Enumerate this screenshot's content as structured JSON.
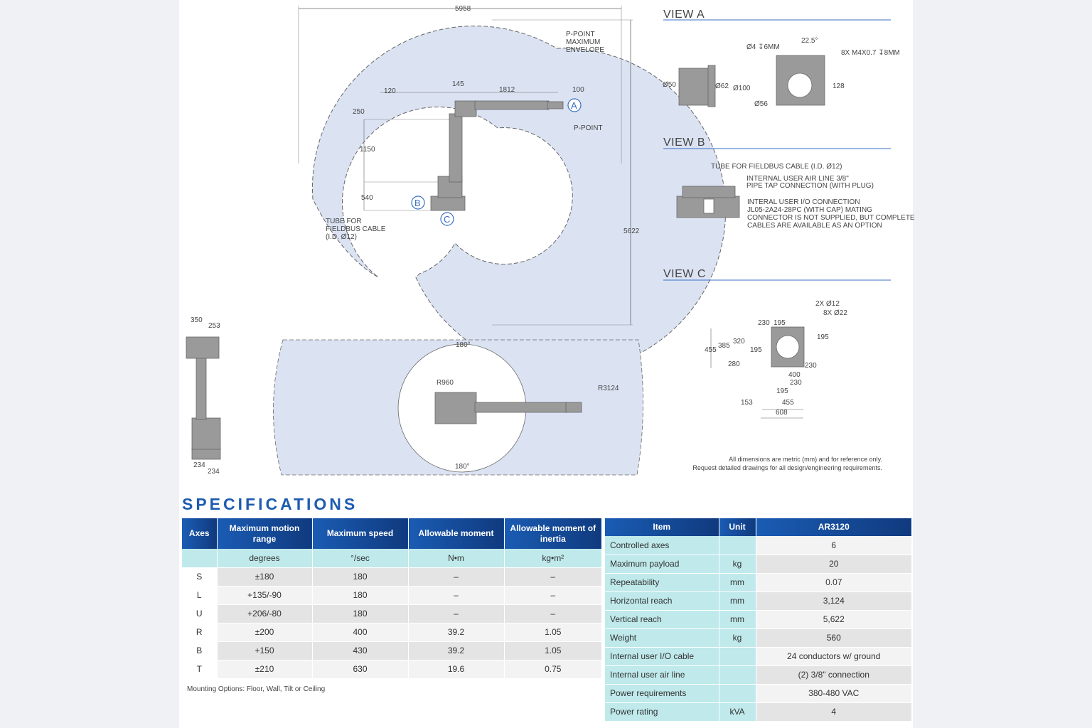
{
  "drawing": {
    "main_dims": [
      "5958",
      "5622",
      "120",
      "145",
      "1812",
      "100",
      "250",
      "1150",
      "540"
    ],
    "envelope_label": [
      "P-POINT",
      "MAXIMUM",
      "ENVELOPE"
    ],
    "ppoint_label": "P-POINT",
    "tube_label": [
      "TUBE FOR",
      "FIELDBUS CABLE",
      "(I.D. Ø12)"
    ],
    "callouts": [
      "A",
      "B",
      "C"
    ],
    "side_dims": [
      "350",
      "253",
      "234",
      "234"
    ],
    "top_dims": [
      "180°",
      "180°",
      "R960",
      "R3124"
    ]
  },
  "view_a": {
    "title": "VIEW A",
    "dims": [
      "Ø4 ↧6MM",
      "22.5°",
      "8X M4X0.7 ↧8MM",
      "Ø50",
      "Ø62",
      "Ø100",
      "128",
      "Ø56"
    ]
  },
  "view_b": {
    "title": "VIEW B",
    "notes": [
      "TUBE FOR FIELDBUS CABLE (I.D. Ø12)",
      "INTERNAL USER AIR LINE 3/8\"",
      "PIPE TAP CONNECTION (WITH PLUG)",
      "INTERAL USER I/O CONNECTION",
      "JL05-2A24-28PC (WITH CAP) MATING",
      "CONNECTOR IS NOT SUPPLIED, BUT COMPLETE",
      "CABLES ARE AVAILABLE AS AN OPTION"
    ]
  },
  "view_c": {
    "title": "VIEW C",
    "dims": [
      "2X Ø12",
      "8X Ø22",
      "230",
      "195",
      "195",
      "455",
      "385",
      "320",
      "195",
      "280",
      "230",
      "400",
      "230",
      "195",
      "455",
      "153",
      "608"
    ]
  },
  "dimension_note": [
    "All dimensions are metric (mm) and for reference only.",
    "Request detailed drawings for all design/engineering requirements."
  ],
  "specs_title": "SPECIFICATIONS",
  "axes_table": {
    "headers": [
      "Axes",
      "Maximum motion range",
      "Maximum speed",
      "Allowable moment",
      "Allowable moment of inertia"
    ],
    "units": [
      "",
      "degrees",
      "°/sec",
      "N•m",
      "kg•m²"
    ],
    "rows": [
      [
        "S",
        "±180",
        "180",
        "–",
        "–"
      ],
      [
        "L",
        "+135/-90",
        "180",
        "–",
        "–"
      ],
      [
        "U",
        "+206/-80",
        "180",
        "–",
        "–"
      ],
      [
        "R",
        "±200",
        "400",
        "39.2",
        "1.05"
      ],
      [
        "B",
        "+150",
        "430",
        "39.2",
        "1.05"
      ],
      [
        "T",
        "±210",
        "630",
        "19.6",
        "0.75"
      ]
    ]
  },
  "mounting_note": "Mounting Options: Floor, Wall, Tilt or Ceiling",
  "item_table": {
    "headers": [
      "Item",
      "Unit",
      "AR3120"
    ],
    "rows": [
      [
        "Controlled axes",
        "",
        "6"
      ],
      [
        "Maximum payload",
        "kg",
        "20"
      ],
      [
        "Repeatability",
        "mm",
        "0.07"
      ],
      [
        "Horizontal reach",
        "mm",
        "3,124"
      ],
      [
        "Vertical reach",
        "mm",
        "5,622"
      ],
      [
        "Weight",
        "kg",
        "560"
      ],
      [
        "Internal user I/O cable",
        "",
        "24 conductors w/ ground"
      ],
      [
        "Internal user air line",
        "",
        "(2) 3/8\" connection"
      ],
      [
        "Power requirements",
        "",
        "380-480 VAC"
      ],
      [
        "Power rating",
        "kVA",
        "4"
      ]
    ]
  },
  "colors": {
    "envelope_fill": "#dbe3f3",
    "header_blue": "#1a5cb4",
    "title_blue": "#1e5bb0",
    "cyan_cell": "#bfe9ea"
  }
}
